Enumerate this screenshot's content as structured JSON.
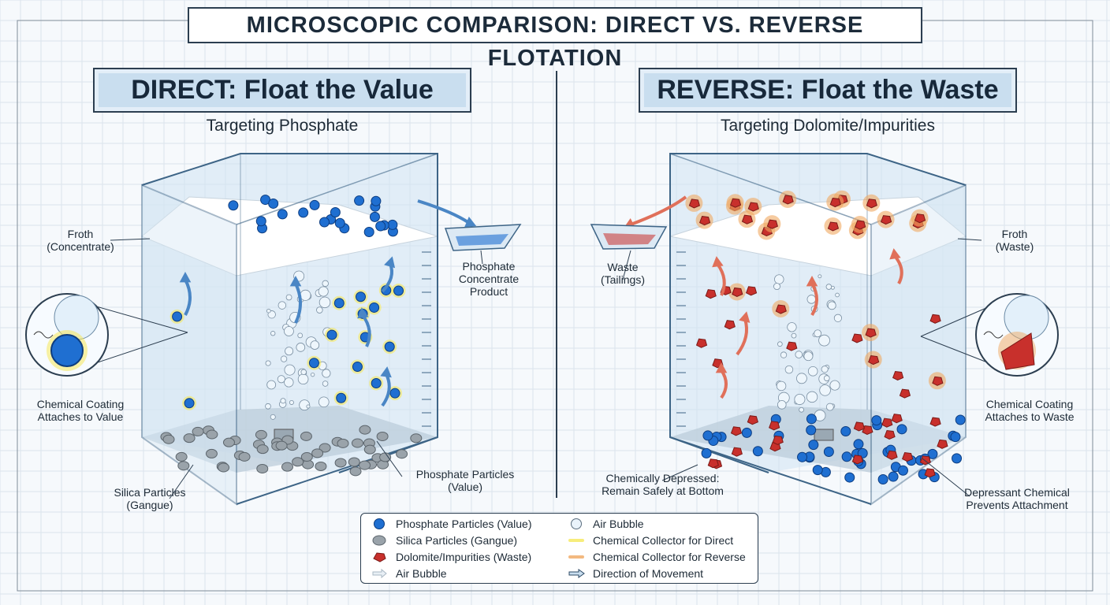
{
  "title": "MICROSCOPIC COMPARISON: DIRECT VS. REVERSE FLOTATION",
  "direct": {
    "header": "DIRECT: Float the Value",
    "subtitle": "Targeting Phosphate",
    "froth_label": [
      "Froth",
      "(Concentrate)"
    ],
    "product_label": [
      "Phosphate",
      "Concentrate",
      "Product"
    ],
    "coating_label": [
      "Chemical Coating",
      "Attaches to Value"
    ],
    "silica_label": [
      "Silica Particles",
      "(Gangue)"
    ],
    "phosphate_label": [
      "Phosphate Particles",
      "(Value)"
    ]
  },
  "reverse": {
    "header": "REVERSE: Float the Waste",
    "subtitle": "Targeting Dolomite/Impurities",
    "waste_label": [
      "Waste",
      "(Tailings)"
    ],
    "froth_label": [
      "Froth",
      "(Waste)"
    ],
    "coating_label": [
      "Chemical Coating",
      "Attaches to Waste"
    ],
    "depressed_label": [
      "Chemically Depressed:",
      "Remain Safely at Bottom"
    ],
    "depressant_label": [
      "Depressant Chemical",
      "Prevents Attachment"
    ]
  },
  "legend": [
    {
      "icon": "phosphate-particle",
      "label": "Phosphate Particles (Value)"
    },
    {
      "icon": "silica-particle",
      "label": "Silica Particles (Gangue)"
    },
    {
      "icon": "dolomite-particle",
      "label": "Dolomite/Impurities (Waste)"
    },
    {
      "icon": "air-bubble-arrow",
      "label": "Air Bubble"
    },
    {
      "icon": "air-bubble",
      "label": "Air Bubble"
    },
    {
      "icon": "collector-direct",
      "label": "Chemical Collector for Direct"
    },
    {
      "icon": "collector-reverse",
      "label": "Chemical Collector for Reverse"
    },
    {
      "icon": "direction-arrow",
      "label": "Direction of Movement"
    }
  ],
  "colors": {
    "phosphate": "#1f6fd1",
    "silica": "#8a949c",
    "dolomite": "#c8302c",
    "water": "#cfe3f2",
    "collector_direct": "#f5e85a",
    "collector_reverse": "#f0a860",
    "arrow_direct": "#4a86c5",
    "arrow_reverse": "#e0705a"
  }
}
